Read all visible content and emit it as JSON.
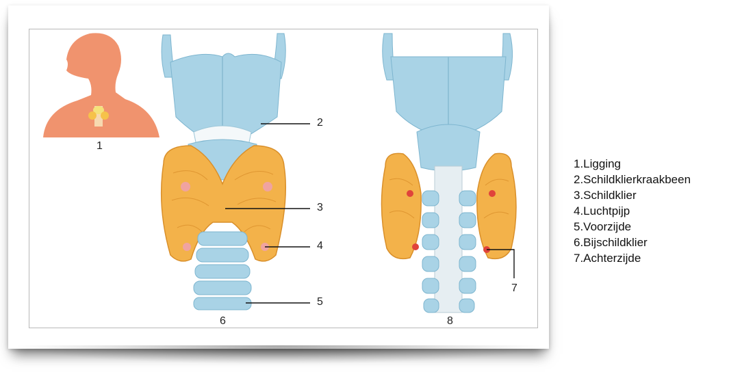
{
  "figure": {
    "callouts": {
      "n1": "1",
      "n2": "2",
      "n3": "3",
      "n4": "4",
      "n5": "5",
      "n6": "6",
      "n7": "7",
      "n8": "8"
    }
  },
  "legend": {
    "items": [
      "1.Ligging",
      "2.Schildklierkraakbeen",
      "3.Schildklier",
      "4.Luchtpijp",
      "5.Voorzijde",
      "6.Bijschildklier",
      "7.Achterzijde"
    ]
  },
  "colors": {
    "cartilage": "#a9d3e6",
    "cartilage_dark": "#7db5cf",
    "thyroid": "#f3b24a",
    "thyroid_dark": "#d98f2a",
    "silhouette": "#f0936e",
    "parathyroid": "#e0433b"
  }
}
